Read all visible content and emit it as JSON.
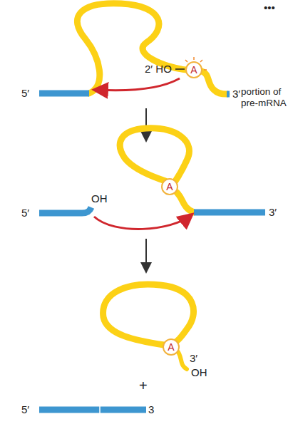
{
  "diagram": {
    "nodes": [
      {
        "text": [
          "A"
        ]
      },
      {
        "text": [
          "A"
        ]
      },
      {
        "text": [
          "A"
        ]
      }
    ],
    "labels": [
      "•••",
      "2′ HO",
      "5′",
      "3′",
      "portion of pre-mRNA",
      "OH",
      "5′",
      "3′",
      "3′",
      "OH",
      "+",
      "5′",
      "3"
    ]
  }
}
